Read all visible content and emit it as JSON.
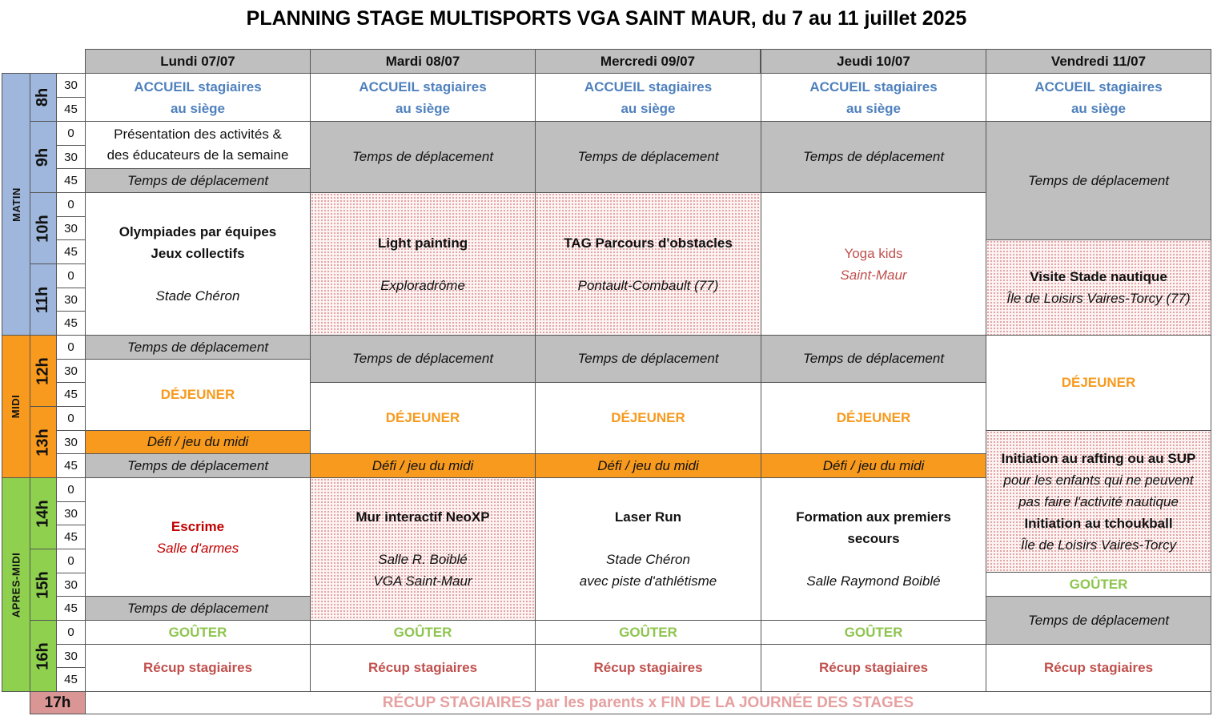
{
  "title": "PLANNING STAGE MULTISPORTS VGA SAINT MAUR, du 7 au 11 juillet 2025",
  "days": [
    "Lundi 07/07",
    "Mardi 08/07",
    "Mercredi 09/07",
    "Jeudi 10/07",
    "Vendredi 11/07"
  ],
  "periods": {
    "matin": "MATIN",
    "midi": "MIDI",
    "apres_midi": "APRES-MIDI"
  },
  "hours": {
    "h8": "8h",
    "h9": "9h",
    "h10": "10h",
    "h11": "11h",
    "h12": "12h",
    "h13": "13h",
    "h14": "14h",
    "h15": "15h",
    "h16": "16h",
    "h17": "17h"
  },
  "minutes": [
    "30",
    "45",
    "0",
    "30",
    "45",
    "0",
    "30",
    "45",
    "0",
    "30",
    "45",
    "0",
    "30",
    "45",
    "0",
    "30",
    "45",
    "0",
    "30",
    "45",
    "0",
    "30",
    "45",
    "0",
    "30",
    "45"
  ],
  "common": {
    "accueil_1": "ACCUEIL stagiaires",
    "accueil_2": "au siège",
    "deplacement": "Temps de déplacement",
    "dejeuner": "DÉJEUNER",
    "defi": "Défi / jeu du midi",
    "gouter": "GOÛTER",
    "recup": "Récup stagiaires"
  },
  "lundi": {
    "presentation_1": "Présentation des activités &",
    "presentation_2": "des éducateurs de la semaine",
    "act_1": "Olympiades par équipes",
    "act_2": "Jeux collectifs",
    "lieu": "Stade Chéron",
    "pm_act": "Escrime",
    "pm_lieu": "Salle d'armes"
  },
  "mardi": {
    "act": "Light painting",
    "lieu": "Exploradrôme",
    "pm_act": "Mur interactif NeoXP",
    "pm_lieu_1": "Salle R. Boiblé",
    "pm_lieu_2": "VGA Saint-Maur"
  },
  "mercredi": {
    "act": "TAG Parcours d'obstacles",
    "lieu": "Pontault-Combault (77)",
    "pm_act": "Laser Run",
    "pm_lieu_1": "Stade Chéron",
    "pm_lieu_2": "avec piste d'athlétisme"
  },
  "jeudi": {
    "act": "Yoga kids",
    "lieu": "Saint-Maur",
    "pm_act_1": "Formation aux premiers",
    "pm_act_2": "secours",
    "pm_lieu": "Salle Raymond Boiblé"
  },
  "vendredi": {
    "act": "Visite Stade nautique",
    "lieu": "Île de Loisirs Vaires-Torcy (77)",
    "pm_act_1": "Initiation au rafting ou au SUP",
    "pm_note_1": "pour les enfants qui ne peuvent",
    "pm_note_2": "pas faire l'activité nautique",
    "pm_act_2": "Initiation au tchoukball",
    "pm_lieu": "Île de Loisirs Vaires-Torcy"
  },
  "final": "RÉCUP STAGIAIRES par les parents x FIN DE LA JOURNÉE DES STAGES"
}
